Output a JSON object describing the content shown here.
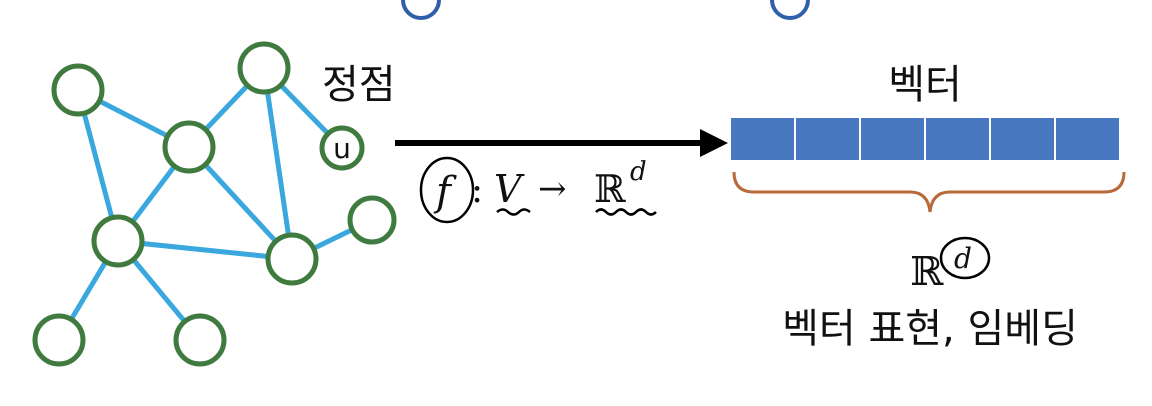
{
  "colors": {
    "edge": "#3aa8de",
    "node_stroke": "#3f7a3f",
    "node_fill": "#ffffff",
    "arrow": "#000000",
    "vector_cell": "#4a78c0",
    "vector_border": "#ffffff",
    "brace": "#b86a3a",
    "ink": "#000000"
  },
  "graph": {
    "vertex_label": "정점",
    "highlight_node_label": "u"
  },
  "mapping": {
    "function": "f",
    "colon": ":",
    "domain": "V",
    "arrow": "→",
    "codomain": "ℝ",
    "exponent": "d"
  },
  "vector": {
    "title": "벡터",
    "cell_count": 6,
    "space_symbol": "ℝ",
    "space_exponent": "d",
    "caption": "벡터 표현, 임베딩"
  },
  "top_strip": {
    "marks": [
      "circle-mark-left",
      "circle-mark-right"
    ]
  }
}
